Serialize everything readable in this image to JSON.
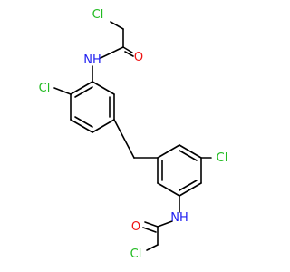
{
  "colors": {
    "bond": "#000000",
    "carbon": "#000000",
    "chlorine": "#21bb21",
    "nitrogen": "#1f1ff0",
    "oxygen": "#ee1111"
  },
  "atoms": {
    "cl_top_methyl": "Cl",
    "o_top": "O",
    "nh_top": "NH",
    "cl_top_ring": "Cl",
    "cl_bottom_ring": "Cl",
    "nh_bottom": "NH",
    "o_bottom": "O",
    "cl_bottom_methyl": "Cl"
  }
}
